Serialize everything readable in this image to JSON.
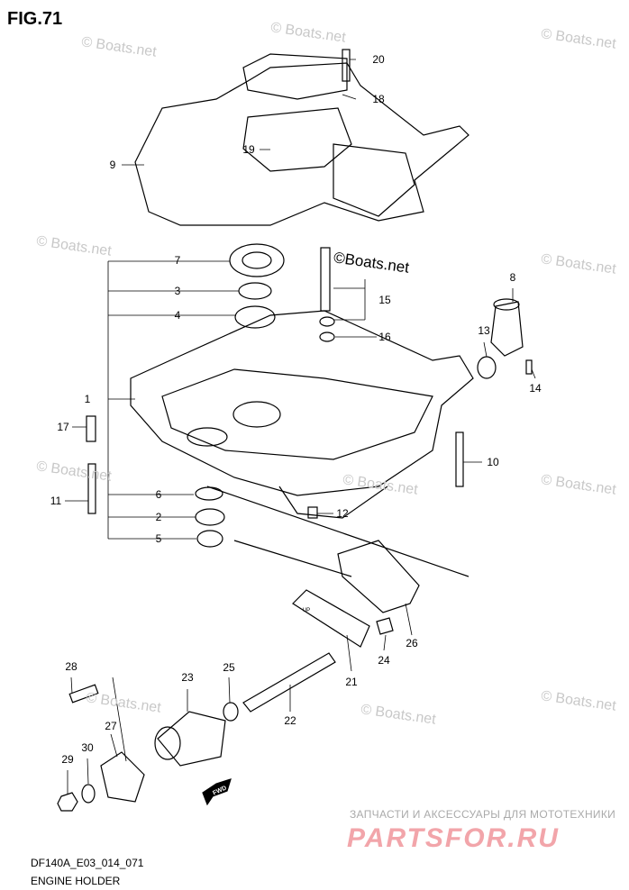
{
  "figure_title": "FIG.71",
  "diagram_code": "DF140A_E03_014_071",
  "diagram_name": "ENGINE HOLDER",
  "watermark": "© Boats.net",
  "watermark_center": "©Boats.net",
  "fwd_label": "FWD",
  "up_label": "UP",
  "partner_tagline": "ЗАПЧАСТИ И АКСЕССУАРЫ ДЛЯ МОТОТЕХНИКИ",
  "partner_logo": "PARTSFOR.RU",
  "callouts": [
    "20",
    "18",
    "19",
    "9",
    "7",
    "3",
    "4",
    "15",
    "16",
    "8",
    "13",
    "14",
    "1",
    "17",
    "10",
    "11",
    "6",
    "2",
    "5",
    "12",
    "26",
    "24",
    "21",
    "22",
    "28",
    "23",
    "25",
    "27",
    "30",
    "29"
  ]
}
